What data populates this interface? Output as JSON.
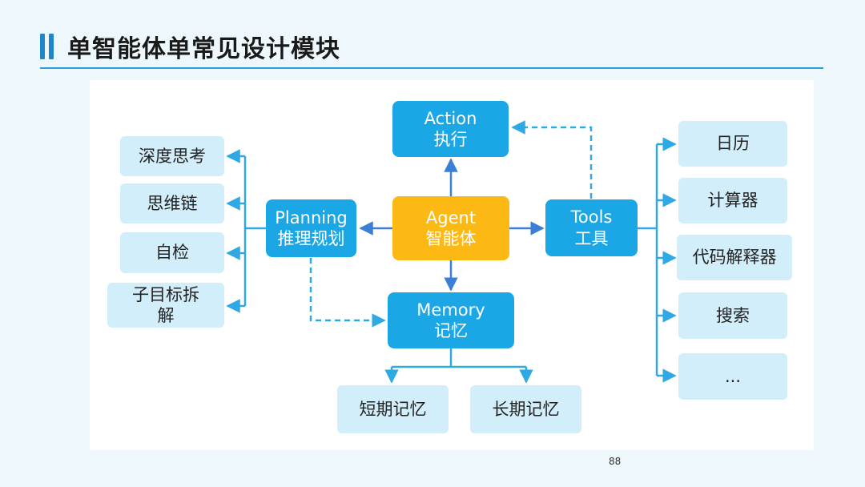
{
  "header": {
    "title": "单智能体单常见设计模块"
  },
  "diagram": {
    "action": {
      "line1": "Action",
      "line2": "执行"
    },
    "planning": {
      "line1": "Planning",
      "line2": "推理规划"
    },
    "agent": {
      "line1": "Agent",
      "line2": "智能体"
    },
    "tools": {
      "line1": "Tools",
      "line2": "工具"
    },
    "memory": {
      "line1": "Memory",
      "line2": "记忆"
    },
    "planning_items": [
      "深度思考",
      "思维链",
      "自检",
      "子目标拆解"
    ],
    "memory_items": [
      "短期记忆",
      "长期记忆"
    ],
    "tools_items": [
      "日历",
      "计算器",
      "代码解释器",
      "搜索",
      "..."
    ]
  },
  "footer": {
    "page_number": "88"
  },
  "colors": {
    "accent": "#1ba7e6",
    "agent": "#fdb913",
    "leaf": "#d2eefa",
    "edge": "#3a7fd5",
    "rule": "#2b9fd8"
  }
}
